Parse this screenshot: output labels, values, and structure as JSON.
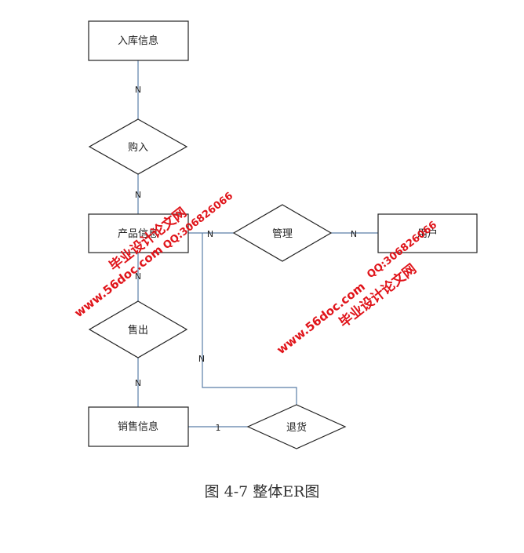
{
  "entities": {
    "stock_in": "入库信息",
    "product": "产品信息",
    "user": "用户",
    "sales": "销售信息"
  },
  "relationships": {
    "purchase": "购入",
    "manage": "管理",
    "sell": "售出",
    "return": "退货"
  },
  "cardinalities": {
    "stockin_purchase": "N",
    "purchase_product": "N",
    "product_manage": "N",
    "manage_user": "N",
    "product_sell": "N",
    "sell_sales": "N",
    "product_return": "N",
    "sales_return": "1"
  },
  "caption": "图 4-7 整体ER图",
  "watermarks": {
    "site_left": "毕业设计论文网",
    "qq_left": "QQ:306826066",
    "url_left": "www.56doc.com",
    "site_right": "毕业设计论文网",
    "qq_right": "QQ:306826066",
    "url_right": "www.56doc.com"
  },
  "colors": {
    "line": "#5b7ea8",
    "border": "#222222",
    "watermark": "#e0141a"
  }
}
